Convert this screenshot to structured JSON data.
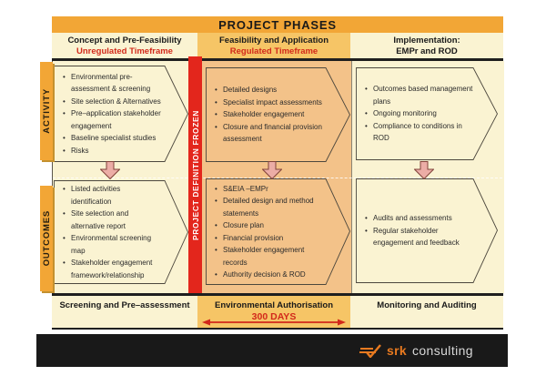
{
  "title": "PROJECT PHASES",
  "row_labels": {
    "activity": "ACTIVITY",
    "outcomes": "OUTCOMES"
  },
  "frozen_bar_label": "PROJECT DEFINITION FROZEN",
  "columns": [
    {
      "header_line1": "Concept and Pre-Feasibility",
      "header_line2": "Unregulated Timeframe",
      "activity": [
        "Environmental pre-assessment & screening",
        "Site selection & Alternatives",
        "Pre–application stakeholder engagement",
        "Baseline specialist studies",
        "Risks"
      ],
      "outcomes": [
        "Listed activities identification",
        "Site selection and alternative report",
        "Environmental screening map",
        "Stakeholder engagement framework/relationship"
      ],
      "footer": "Screening and Pre–assessment"
    },
    {
      "header_line1": "Feasibility and Application",
      "header_line2": "Regulated Timeframe",
      "activity": [
        "Detailed designs",
        "Specialist impact assessments",
        "Stakeholder engagement",
        "Closure and financial provision assessment"
      ],
      "outcomes": [
        "S&EIA –EMPr",
        "Detailed design and method statements",
        "Closure plan",
        "Financial provision",
        "Stakeholder engagement records",
        "Authority decision & ROD"
      ],
      "footer": "Environmental Authorisation",
      "footer_duration": "300 DAYS"
    },
    {
      "header_line1": "Implementation:",
      "header_line2": "EMPr and ROD",
      "activity": [
        "Outcomes based management plans",
        "Ongoing monitoring",
        "Compliance to conditions in ROD"
      ],
      "outcomes": [
        "Audits and assessments",
        "Regular stakeholder engagement and feedback"
      ],
      "footer": "Monitoring and Auditing"
    }
  ],
  "brand": {
    "name": "srk",
    "suffix": "consulting",
    "icon": "srk-bird-icon"
  },
  "colors": {
    "accent_orange": "#F2A636",
    "panel_yellow": "#FAF3D2",
    "column2_header_orange": "#F6C566",
    "column2_body_orange": "#F3C289",
    "alert_red": "#D2291B",
    "frozen_bar_red": "#E3261C",
    "arrow_salmon": "#ECADA6",
    "brand_bar_black": "#191919",
    "logo_orange": "#E87A20"
  }
}
